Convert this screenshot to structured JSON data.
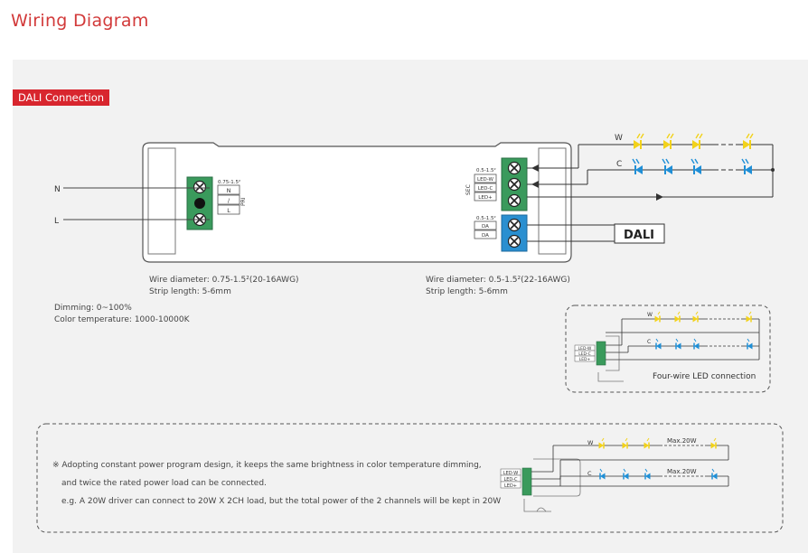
{
  "title": "Wiring Diagram",
  "section_tag": "DALI Connection",
  "input": {
    "n_label": "N",
    "l_label": "L",
    "wire_spec": "0.75-1.5²",
    "terminals": [
      "N",
      "/",
      "L"
    ],
    "pri_label": "PRI",
    "wire_note": "Wire diameter: 0.75-1.5²(20-16AWG)",
    "strip_note": "Strip length: 5-6mm"
  },
  "output": {
    "wire_spec": "0.5-1.5²",
    "sec_label": "SEC",
    "terminals": [
      "LED-W",
      "LED-C",
      "LED+"
    ],
    "dali_wire_spec": "0.5-1.5²",
    "dali_terminals": [
      "DA",
      "DA"
    ],
    "wire_note": "Wire diameter: 0.5-1.5²(22-16AWG)",
    "strip_note": "Strip length: 5-6mm",
    "w_label": "W",
    "c_label": "C",
    "dali_box": "DALI"
  },
  "specs": {
    "dimming": "Dimming: 0~100%",
    "color_temp": "Color temperature: 1000-10000K"
  },
  "four_wire": {
    "caption": "Four-wire LED connection",
    "w_label": "W",
    "c_label": "C",
    "terminals": [
      "LED-W",
      "LED-C",
      "LED+"
    ]
  },
  "bottom": {
    "line1": "※ Adopting constant power program design, it keeps the same brightness in color temperature dimming,",
    "line2": "and twice the rated power load can be connected.",
    "line3": "e.g. A 20W driver can connect to 20W X 2CH load, but the total power of the 2 channels will be kept in 20W",
    "w_label": "W",
    "c_label": "C",
    "max_w": "Max.20W",
    "max_c": "Max.20W",
    "terminals": [
      "LED-W",
      "LED-C",
      "LED+"
    ]
  },
  "colors": {
    "accent_red": "#d8262e",
    "terminal_green": "#3a9a5c",
    "terminal_blue": "#2a8fd0",
    "led_yellow": "#f2d21a",
    "led_blue": "#1f8fd6"
  }
}
